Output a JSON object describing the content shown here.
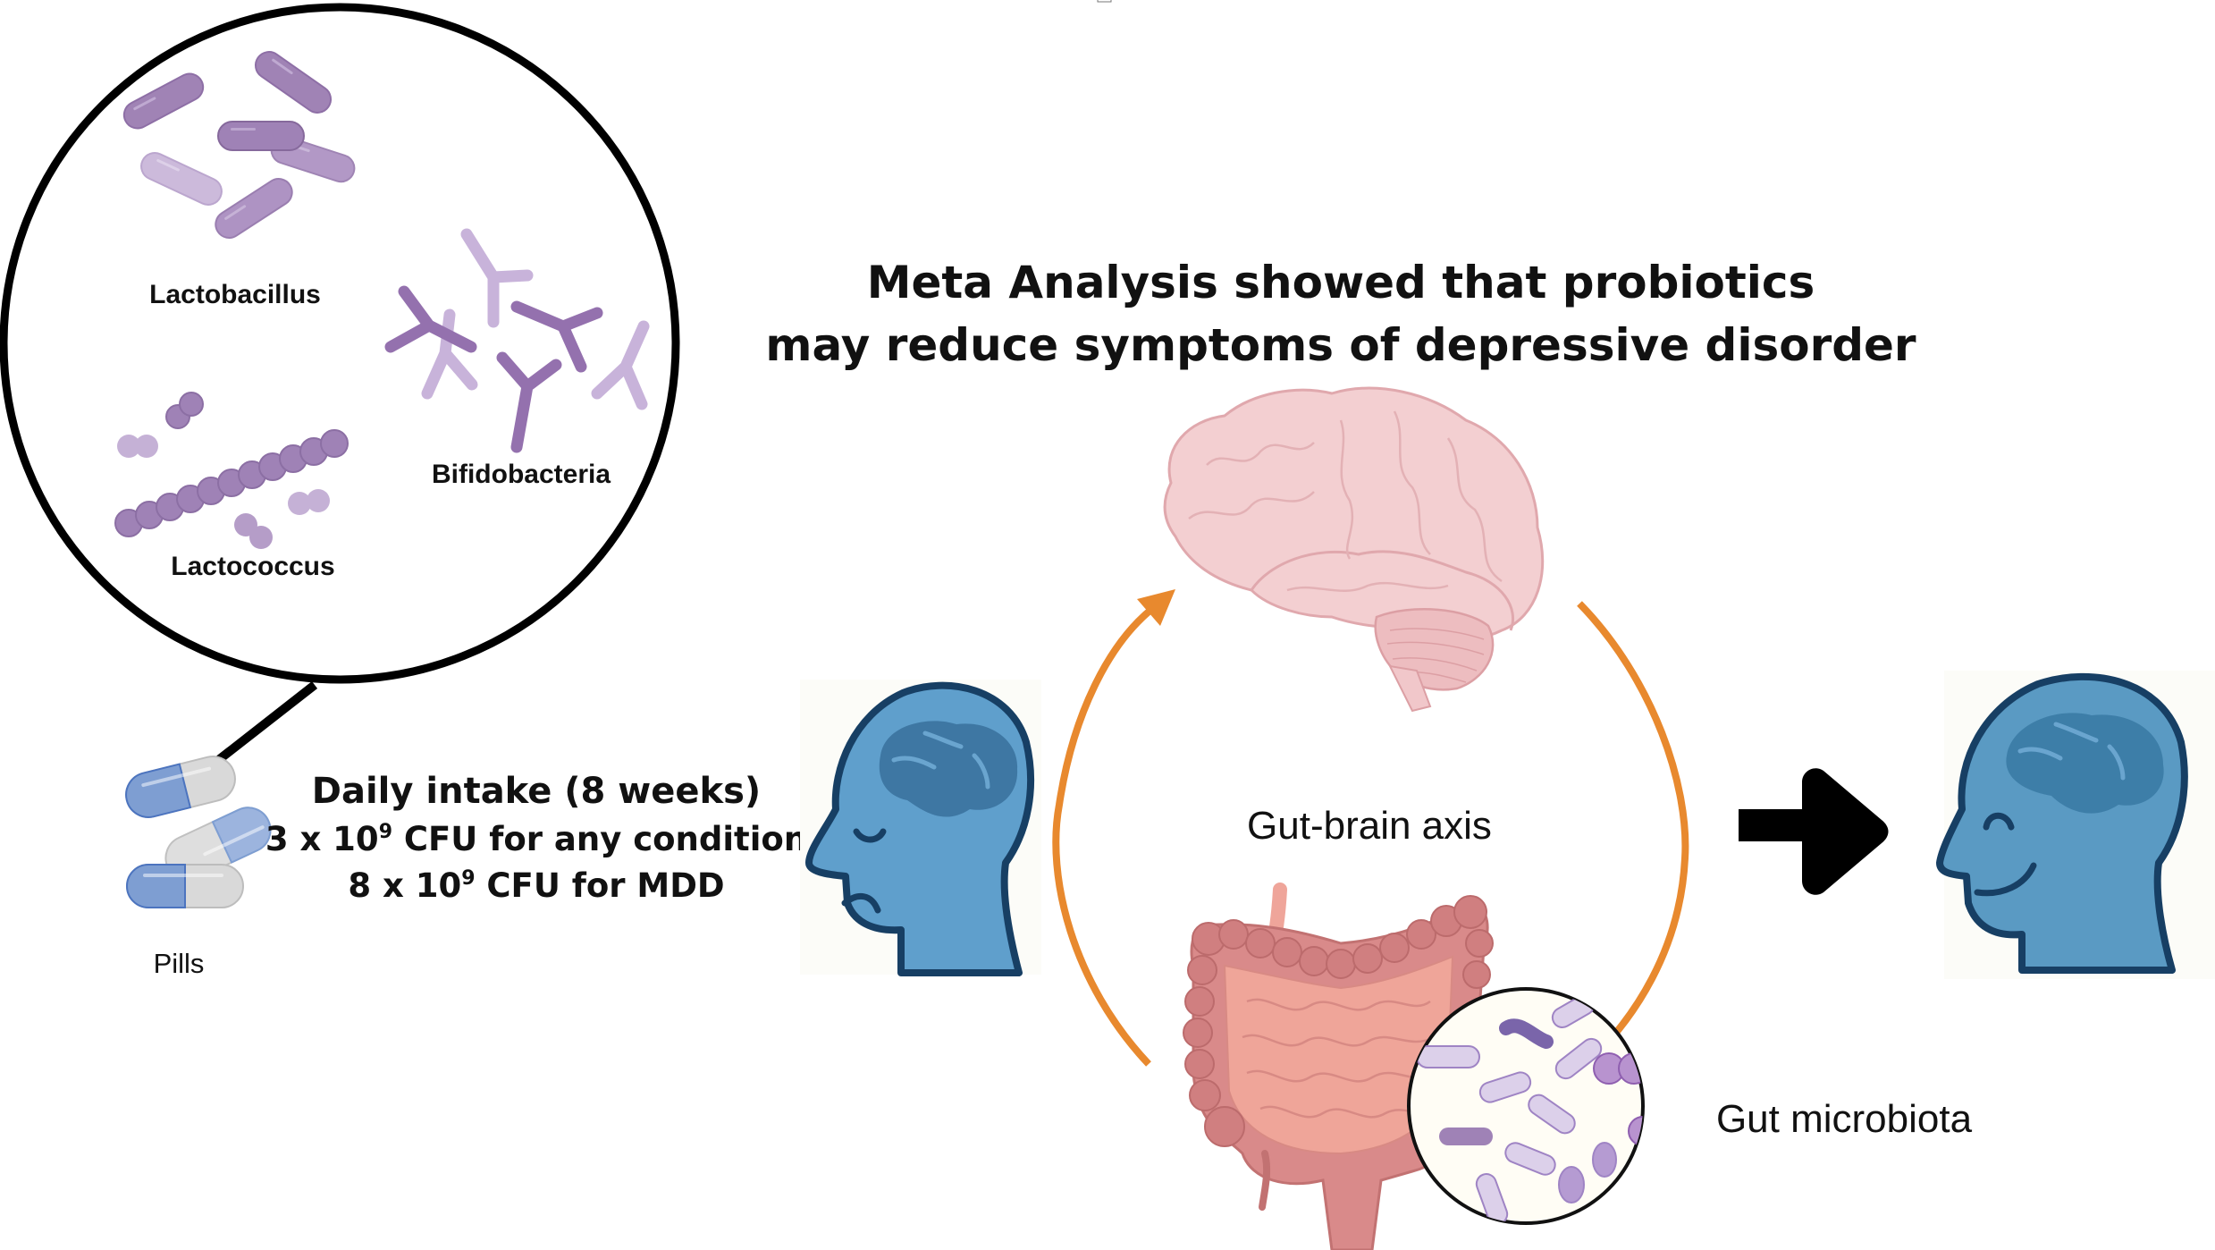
{
  "title": {
    "line1": "Meta Analysis showed  that probiotics",
    "line2": "may reduce symptoms of depressive disorder"
  },
  "probiotic_strains": {
    "lactobacillus": "Lactobacillus",
    "bifidobacteria": "Bifidobacteria",
    "lactococcus": "Lactococcus"
  },
  "pills": {
    "label": "Pills"
  },
  "dosage": {
    "heading": "Daily intake (8 weeks)",
    "line1_prefix": "3 x 10",
    "line1_exp": "9",
    "line1_suffix": " CFU for any condition",
    "line2_prefix": "8 x 10",
    "line2_exp": "9",
    "line2_suffix": " CFU for MDD"
  },
  "cycle": {
    "center_label": "Gut-brain axis",
    "microbiota_label": "Gut microbiota"
  },
  "colors": {
    "bacteria_purple": "#9F82B6",
    "bacteria_light": "#C9B6DA",
    "arrow_orange": "#E8892E",
    "head_blue": "#5B9AC6",
    "head_outline": "#163E63",
    "brain_pink": "#F3C9CC",
    "gut_pink": "#D98A8A",
    "pill_blue": "#7E9ED2",
    "pill_grey": "#D8D8D8"
  },
  "icons": {
    "before": "sad-head-icon",
    "after": "happy-head-icon",
    "transition": "right-arrow-icon"
  }
}
